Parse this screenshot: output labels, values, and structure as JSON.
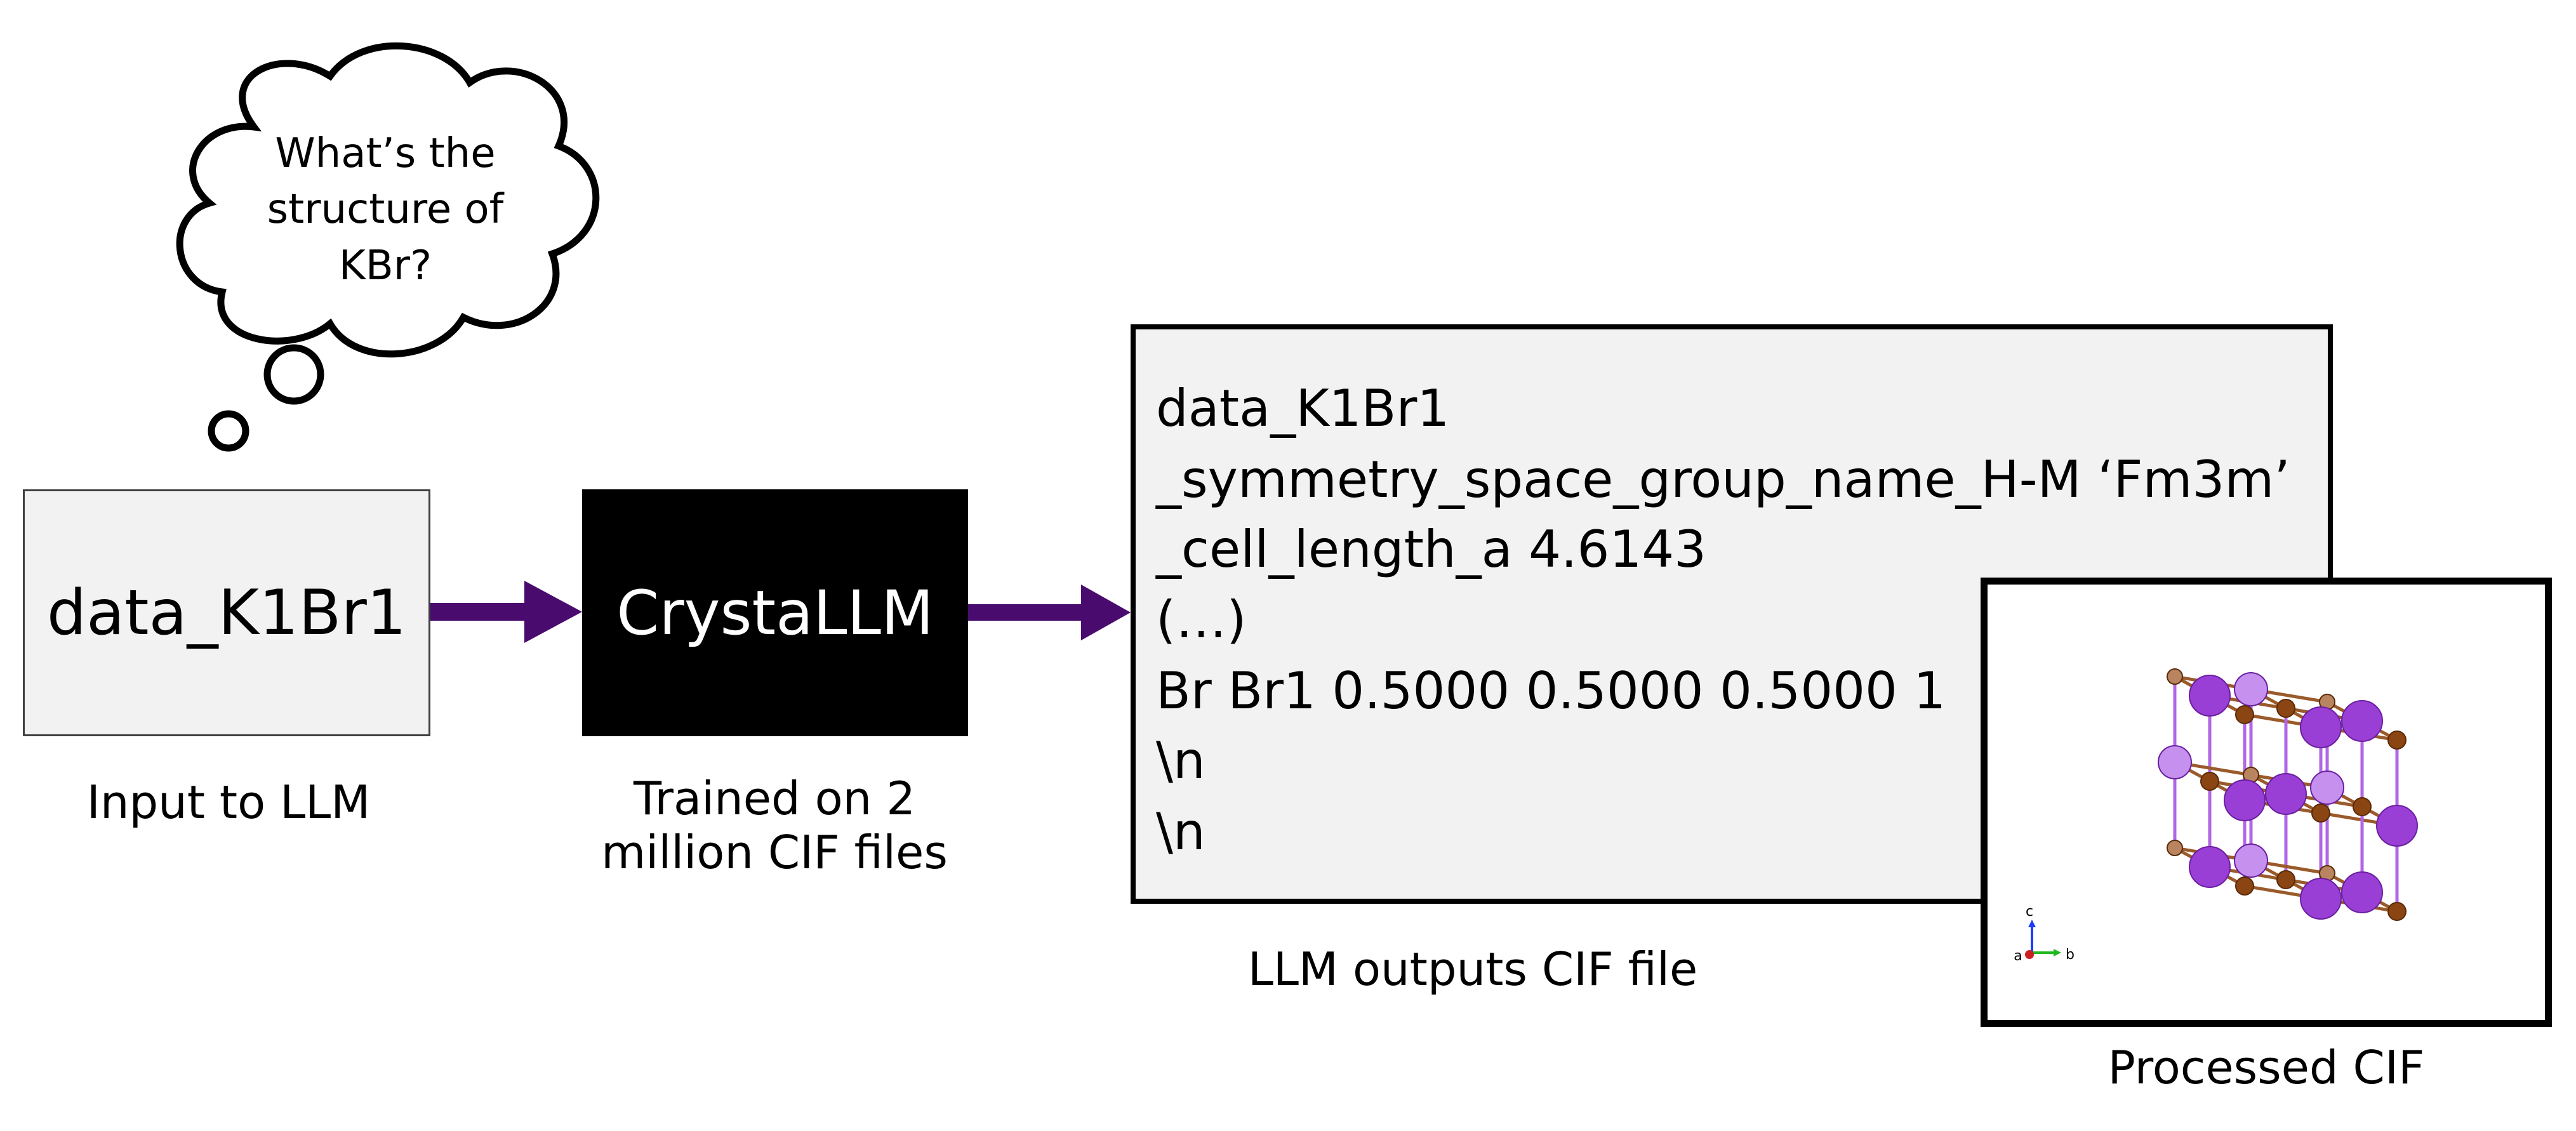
{
  "thought_bubble": {
    "lines": [
      "What’s the",
      "structure of",
      "KBr?"
    ]
  },
  "input": {
    "text": "data_K1Br1",
    "caption": "Input to LLM"
  },
  "model": {
    "name": "CrystaLLM",
    "caption_lines": [
      "Trained on 2",
      "million CIF files"
    ]
  },
  "output": {
    "lines": [
      "data_K1Br1",
      "_symmetry_space_group_name_H-M ‘Fm3m’",
      "_cell_length_a 4.6143",
      " (…)",
      "Br Br1 0.5000 0.5000 0.5000 1",
      "\\n",
      "\\n"
    ],
    "caption": "LLM outputs CIF file"
  },
  "processed": {
    "caption": "Processed CIF",
    "axis_labels": {
      "c": "c",
      "a": "a",
      "b": "b"
    }
  },
  "colors": {
    "arrow": "#4a0b6f",
    "potassium": "#9a3fd6",
    "bromine": "#8a4512",
    "bond_purple": "#b266e6",
    "bond_brown": "#9a5a2a"
  }
}
